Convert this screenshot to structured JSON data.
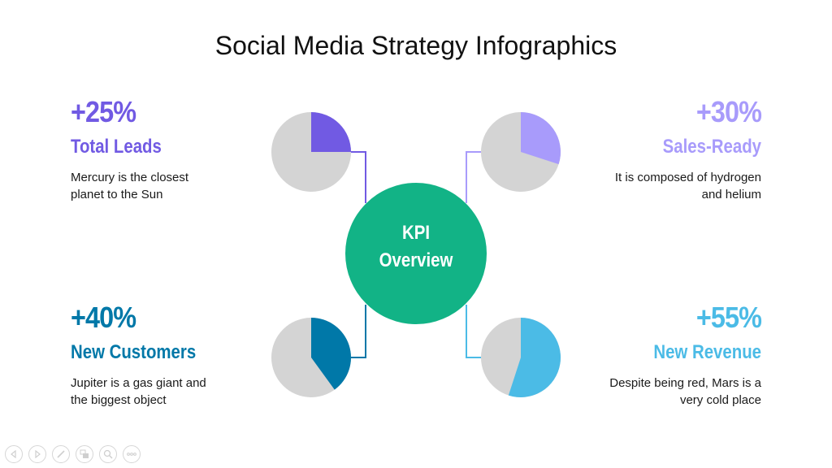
{
  "title": "Social Media Strategy Infographics",
  "center": {
    "line1": "KPI",
    "line2": "Overview",
    "color": "#12b386"
  },
  "kpis": [
    {
      "percent": "+25%",
      "label": "Total Leads",
      "description_line1": "Mercury is the closest",
      "description_line2": "planet to the Sun",
      "color": "#715ae3",
      "slice_fraction": 0.25
    },
    {
      "percent": "+30%",
      "label": "Sales-Ready",
      "description_line1": "It is composed of hydrogen",
      "description_line2": "and helium",
      "color": "#a89bfb",
      "slice_fraction": 0.3
    },
    {
      "percent": "+40%",
      "label": "New Customers",
      "description_line1": "Jupiter is a gas giant and",
      "description_line2": "the biggest object",
      "color": "#0078a8",
      "slice_fraction": 0.4
    },
    {
      "percent": "+55%",
      "label": "New Revenue",
      "description_line1": "Despite being red, Mars is a",
      "description_line2": "very cold place",
      "color": "#4bbbe6",
      "slice_fraction": 0.55
    }
  ],
  "pie_background_color": "#d4d4d4",
  "toolbar": {
    "icons": [
      "previous-icon",
      "next-icon",
      "pen-icon",
      "slides-icon",
      "zoom-icon",
      "more-icon"
    ]
  }
}
